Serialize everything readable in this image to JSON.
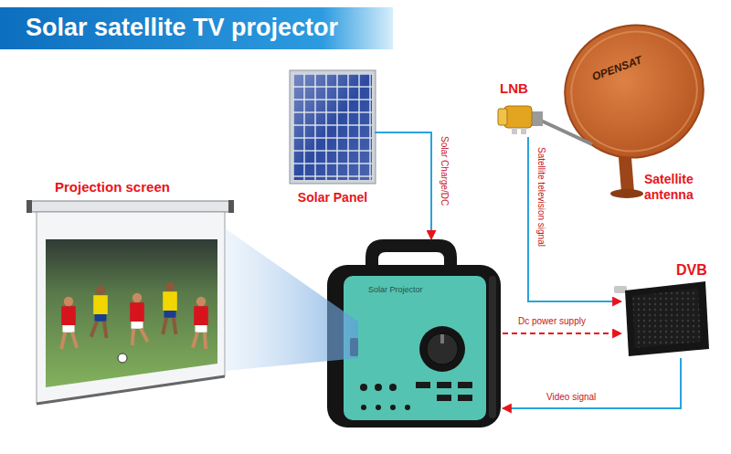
{
  "diagram": {
    "title": "Solar satellite TV projector",
    "nodes": [
      {
        "text": [
          "Solar Panel"
        ]
      },
      {
        "text": [
          "LNB"
        ]
      },
      {
        "text": [
          "Satellite antenna"
        ]
      },
      {
        "text": [
          "Projection screen"
        ]
      },
      {
        "text": [
          "Solar Projector"
        ]
      },
      {
        "text": [
          "DVB"
        ]
      }
    ],
    "edges": [
      {
        "from": 0,
        "to": 4,
        "arrow": "to",
        "label": "Solar Charge/DC"
      },
      {
        "from": 1,
        "to": 5,
        "arrow": "to",
        "label": "Satellite television signal"
      },
      {
        "from": 4,
        "to": 5,
        "arrow": "to",
        "label": "Dc power supply"
      },
      {
        "from": 5,
        "to": 4,
        "arrow": "to",
        "label": "Video signal"
      }
    ],
    "labels": [
      "OPENSAT"
    ]
  }
}
